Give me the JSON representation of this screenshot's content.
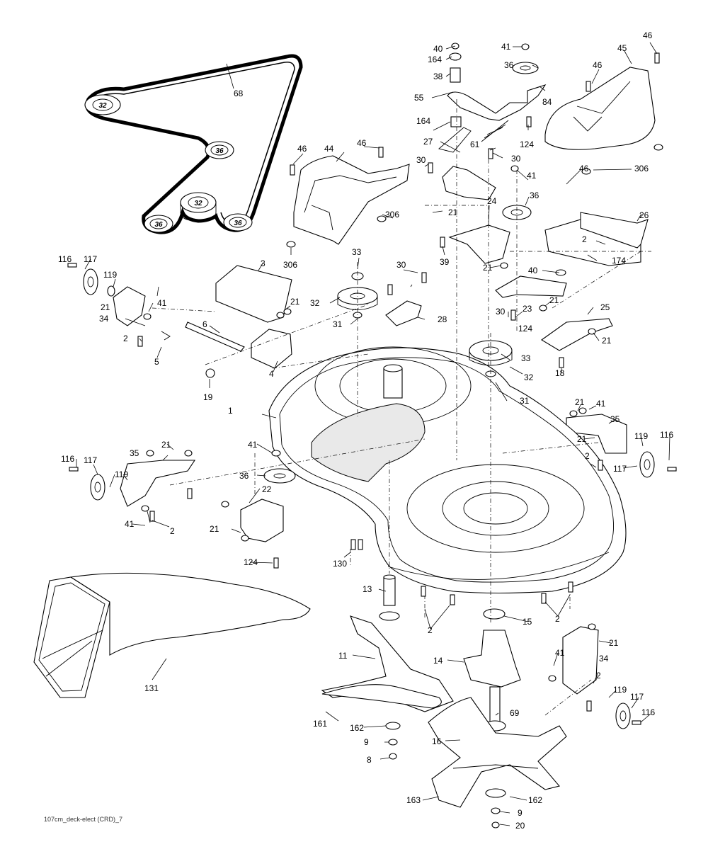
{
  "footer_code": "107cm_deck-elect (CRD)_7",
  "belt_pulley_labels": [
    "32",
    "36",
    "32",
    "36",
    "36"
  ],
  "callouts": [
    {
      "id": "c68",
      "text": "68"
    },
    {
      "id": "c40",
      "text": "40"
    },
    {
      "id": "c164a",
      "text": "164"
    },
    {
      "id": "c41a",
      "text": "41"
    },
    {
      "id": "c36a",
      "text": "36"
    },
    {
      "id": "c38",
      "text": "38"
    },
    {
      "id": "c55",
      "text": "55"
    },
    {
      "id": "c84",
      "text": "84"
    },
    {
      "id": "c46a",
      "text": "46"
    },
    {
      "id": "c45",
      "text": "45"
    },
    {
      "id": "c46b",
      "text": "46"
    },
    {
      "id": "c164b",
      "text": "164"
    },
    {
      "id": "c61",
      "text": "61"
    },
    {
      "id": "c124a",
      "text": "124"
    },
    {
      "id": "c27",
      "text": "27"
    },
    {
      "id": "c30a",
      "text": "30"
    },
    {
      "id": "c30b",
      "text": "30"
    },
    {
      "id": "c306a",
      "text": "306"
    },
    {
      "id": "c46c",
      "text": "46"
    },
    {
      "id": "c44",
      "text": "44"
    },
    {
      "id": "c46d",
      "text": "46"
    },
    {
      "id": "c41b",
      "text": "41"
    },
    {
      "id": "c46e",
      "text": "46"
    },
    {
      "id": "c36b",
      "text": "36"
    },
    {
      "id": "c306b",
      "text": "306"
    },
    {
      "id": "c21a",
      "text": "21"
    },
    {
      "id": "c24",
      "text": "24"
    },
    {
      "id": "c26",
      "text": "26"
    },
    {
      "id": "c306c",
      "text": "306"
    },
    {
      "id": "c2a",
      "text": "2"
    },
    {
      "id": "c39",
      "text": "39"
    },
    {
      "id": "c174",
      "text": "174"
    },
    {
      "id": "c116a",
      "text": "116"
    },
    {
      "id": "c117a",
      "text": "117"
    },
    {
      "id": "c3",
      "text": "3"
    },
    {
      "id": "c33a",
      "text": "33"
    },
    {
      "id": "c30c",
      "text": "30"
    },
    {
      "id": "c21b",
      "text": "21"
    },
    {
      "id": "c40b",
      "text": "40"
    },
    {
      "id": "c119a",
      "text": "119"
    },
    {
      "id": "c41c",
      "text": "41"
    },
    {
      "id": "c21c",
      "text": "21"
    },
    {
      "id": "c32a",
      "text": "32"
    },
    {
      "id": "c21d",
      "text": "21"
    },
    {
      "id": "c25",
      "text": "25"
    },
    {
      "id": "c21e",
      "text": "21"
    },
    {
      "id": "c23",
      "text": "23"
    },
    {
      "id": "c34a",
      "text": "34"
    },
    {
      "id": "c6",
      "text": "6"
    },
    {
      "id": "c31a",
      "text": "31"
    },
    {
      "id": "c28",
      "text": "28"
    },
    {
      "id": "c30d",
      "text": "30"
    },
    {
      "id": "c124b",
      "text": "124"
    },
    {
      "id": "c2b",
      "text": "2"
    },
    {
      "id": "c21f",
      "text": "21"
    },
    {
      "id": "c5",
      "text": "5"
    },
    {
      "id": "c4",
      "text": "4"
    },
    {
      "id": "c33b",
      "text": "33"
    },
    {
      "id": "c32b",
      "text": "32"
    },
    {
      "id": "c18",
      "text": "18"
    },
    {
      "id": "c19",
      "text": "19"
    },
    {
      "id": "c31b",
      "text": "31"
    },
    {
      "id": "c1",
      "text": "1"
    },
    {
      "id": "c21g",
      "text": "21"
    },
    {
      "id": "c41d",
      "text": "41"
    },
    {
      "id": "c35a",
      "text": "35"
    },
    {
      "id": "c21h",
      "text": "21"
    },
    {
      "id": "c119b",
      "text": "119"
    },
    {
      "id": "c116b",
      "text": "116"
    },
    {
      "id": "c2c",
      "text": "2"
    },
    {
      "id": "c117b",
      "text": "117"
    },
    {
      "id": "c21i",
      "text": "21"
    },
    {
      "id": "c41e",
      "text": "41"
    },
    {
      "id": "c35b",
      "text": "35"
    },
    {
      "id": "c116c",
      "text": "116"
    },
    {
      "id": "c117c",
      "text": "117"
    },
    {
      "id": "c119c",
      "text": "119"
    },
    {
      "id": "c36c",
      "text": "36"
    },
    {
      "id": "c22",
      "text": "22"
    },
    {
      "id": "c41f",
      "text": "41"
    },
    {
      "id": "c2d",
      "text": "2"
    },
    {
      "id": "c21j",
      "text": "21"
    },
    {
      "id": "c124c",
      "text": "124"
    },
    {
      "id": "c130",
      "text": "130"
    },
    {
      "id": "c13",
      "text": "13"
    },
    {
      "id": "c2e",
      "text": "2"
    },
    {
      "id": "c15",
      "text": "15"
    },
    {
      "id": "c2f",
      "text": "2"
    },
    {
      "id": "c131",
      "text": "131"
    },
    {
      "id": "c11",
      "text": "11"
    },
    {
      "id": "c14",
      "text": "14"
    },
    {
      "id": "c21k",
      "text": "21"
    },
    {
      "id": "c41g",
      "text": "41"
    },
    {
      "id": "c34b",
      "text": "34"
    },
    {
      "id": "c2g",
      "text": "2"
    },
    {
      "id": "c119d",
      "text": "119"
    },
    {
      "id": "c117d",
      "text": "117"
    },
    {
      "id": "c116d",
      "text": "116"
    },
    {
      "id": "c69",
      "text": "69"
    },
    {
      "id": "c161",
      "text": "161"
    },
    {
      "id": "c162a",
      "text": "162"
    },
    {
      "id": "c9a",
      "text": "9"
    },
    {
      "id": "c8",
      "text": "8"
    },
    {
      "id": "c16",
      "text": "16"
    },
    {
      "id": "c163",
      "text": "163"
    },
    {
      "id": "c162b",
      "text": "162"
    },
    {
      "id": "c9b",
      "text": "9"
    },
    {
      "id": "c20",
      "text": "20"
    }
  ]
}
